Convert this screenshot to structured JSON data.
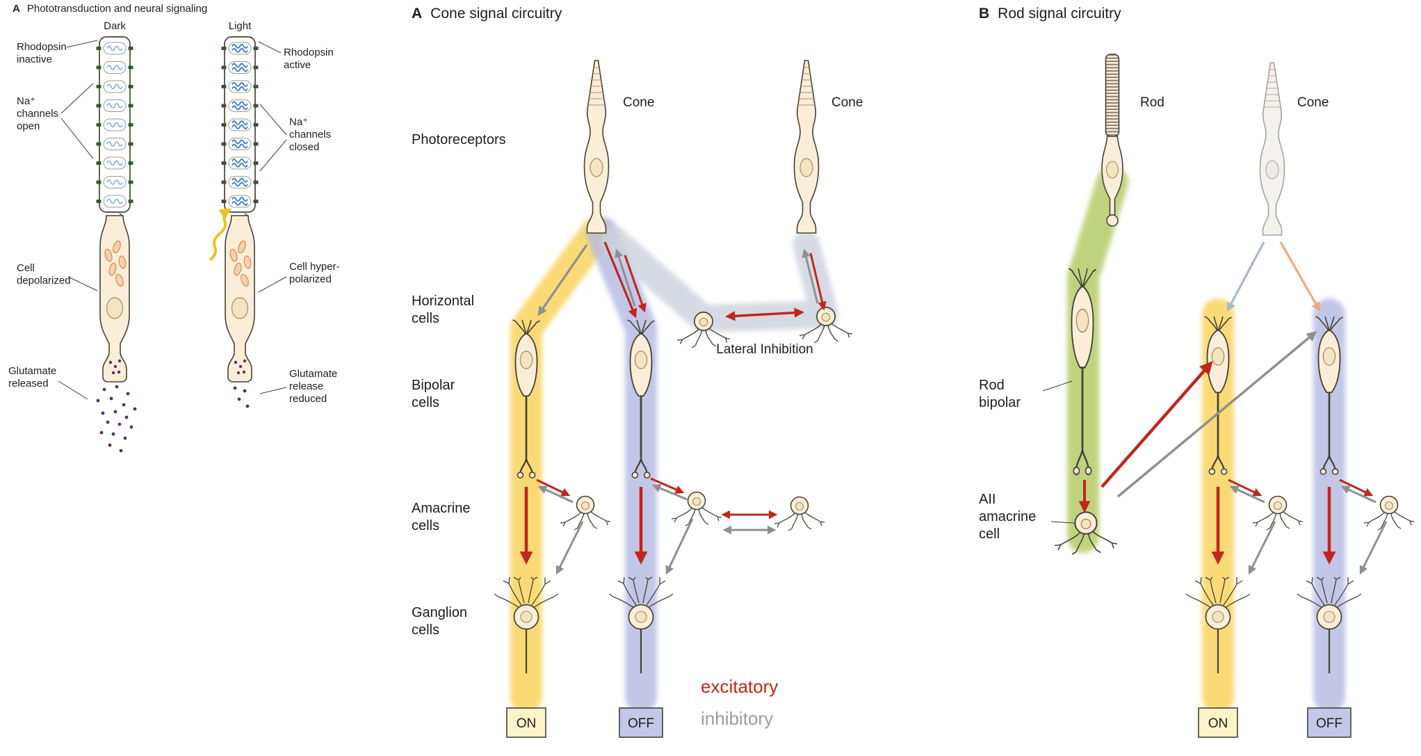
{
  "photo": {
    "title_letter": "A",
    "title": "Phototransduction and neural signaling",
    "dark": "Dark",
    "light": "Light",
    "rhodopsin_inactive_1": "Rhodopsin",
    "rhodopsin_inactive_2": "inactive",
    "na_open_1": "Na⁺",
    "na_open_2": "channels",
    "na_open_3": "open",
    "depolarized_1": "Cell",
    "depolarized_2": "depolarized",
    "glutamate_released_1": "Glutamate",
    "glutamate_released_2": "released",
    "rhodopsin_active_1": "Rhodopsin",
    "rhodopsin_active_2": "active",
    "na_closed_1": "Na⁺",
    "na_closed_2": "channels",
    "na_closed_3": "closed",
    "hyperpolarized_1": "Cell hyper-",
    "hyperpolarized_2": "polarized",
    "glutamate_reduced_1": "Glutamate",
    "glutamate_reduced_2": "release",
    "glutamate_reduced_3": "reduced"
  },
  "cone": {
    "title_letter": "A",
    "title": "Cone signal circuitry",
    "cone1": "Cone",
    "cone2": "Cone",
    "photoreceptors": "Photoreceptors",
    "horizontal_1": "Horizontal",
    "horizontal_2": "cells",
    "bipolar_1": "Bipolar",
    "bipolar_2": "cells",
    "amacrine_1": "Amacrine",
    "amacrine_2": "cells",
    "ganglion_1": "Ganglion",
    "ganglion_2": "cells",
    "lateral_inhibition": "Lateral Inhibition",
    "on": "ON",
    "off": "OFF"
  },
  "rod": {
    "title_letter": "B",
    "title": "Rod signal circuitry",
    "rod": "Rod",
    "cone": "Cone",
    "rod_bipolar_1": "Rod",
    "rod_bipolar_2": "bipolar",
    "aii_1": "AII",
    "aii_2": "amacrine",
    "aii_3": "cell",
    "on": "ON",
    "off": "OFF"
  },
  "legend": {
    "excitatory": "excitatory",
    "inhibitory": "inhibitory"
  },
  "colors": {
    "excitatory": "#c0261c",
    "inhibitory": "#8f8f8f",
    "on_pathway": "#f8d45e",
    "off_pathway": "#b4b9e2",
    "rod_pathway": "#b5cc69",
    "horizontal_band": "#ccd3dd",
    "cone_to_on_arrow": "#a9b8c8",
    "cone_to_off_arrow": "#f0a87e",
    "photon": "#efc11f",
    "cell_fill": "#fbeed8",
    "cell_stroke": "#474236",
    "rhodopsin_inactive": "#79a8d8",
    "rhodopsin_active": "#2e75c8",
    "na_channel": "#2f5d28",
    "glutamate": "#5a3070",
    "on_box_fill": "#fcf3c9",
    "off_box_fill": "#c4c8e8"
  }
}
